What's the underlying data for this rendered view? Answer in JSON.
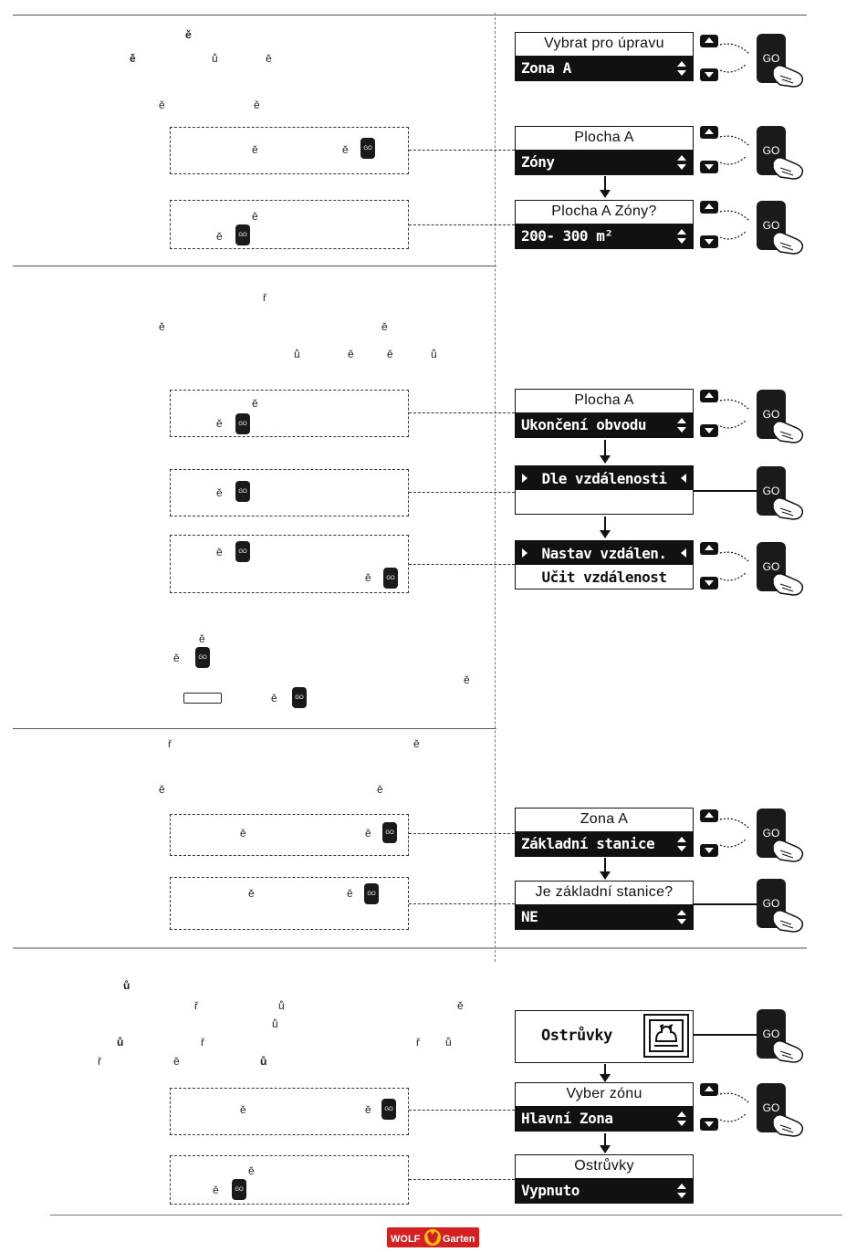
{
  "glyphs": [
    {
      "id": "g1",
      "text": "ě",
      "bold": true
    },
    {
      "id": "g2",
      "text": "ě",
      "bold": true
    },
    {
      "id": "g3",
      "text": "ů"
    },
    {
      "id": "g4",
      "text": "ě"
    },
    {
      "id": "g5",
      "text": "ě"
    },
    {
      "id": "g6",
      "text": "ě"
    },
    {
      "id": "g7",
      "text": "ě"
    },
    {
      "id": "g8",
      "text": "ě"
    },
    {
      "id": "g9",
      "text": "ě"
    },
    {
      "id": "g10",
      "text": "ě"
    },
    {
      "id": "g11",
      "text": "ř"
    },
    {
      "id": "g12",
      "text": "ě"
    },
    {
      "id": "g13",
      "text": "ě"
    },
    {
      "id": "g14",
      "text": "ů"
    },
    {
      "id": "g15",
      "text": "ě"
    },
    {
      "id": "g16",
      "text": "ě"
    },
    {
      "id": "g17",
      "text": "ů"
    },
    {
      "id": "g18",
      "text": "ě"
    },
    {
      "id": "g19",
      "text": "ě"
    },
    {
      "id": "g20",
      "text": "ě"
    },
    {
      "id": "g21",
      "text": "ě"
    },
    {
      "id": "g22",
      "text": "ě"
    },
    {
      "id": "g23",
      "text": "ě"
    },
    {
      "id": "g24",
      "text": "ě"
    },
    {
      "id": "g25",
      "text": "ě"
    },
    {
      "id": "g26",
      "text": "ě"
    },
    {
      "id": "g27",
      "text": "ř"
    },
    {
      "id": "g28",
      "text": "ě"
    },
    {
      "id": "g29",
      "text": "ě"
    },
    {
      "id": "g30",
      "text": "ě"
    },
    {
      "id": "g31",
      "text": "ě"
    },
    {
      "id": "g32",
      "text": "ě"
    },
    {
      "id": "g33",
      "text": "ě"
    },
    {
      "id": "g34",
      "text": "ě"
    },
    {
      "id": "g35",
      "text": "ů",
      "bold": true
    },
    {
      "id": "g36",
      "text": "ř"
    },
    {
      "id": "g37",
      "text": "ů"
    },
    {
      "id": "g38",
      "text": "ě"
    },
    {
      "id": "g39",
      "text": "ů"
    },
    {
      "id": "g40",
      "text": "ů",
      "bold": true
    },
    {
      "id": "g41",
      "text": "ř"
    },
    {
      "id": "g42",
      "text": "ř"
    },
    {
      "id": "g43",
      "text": "ů"
    },
    {
      "id": "g44",
      "text": "ř"
    },
    {
      "id": "g45",
      "text": "ě"
    },
    {
      "id": "g46",
      "text": "ů",
      "bold": true
    },
    {
      "id": "g47",
      "text": "ě"
    },
    {
      "id": "g48",
      "text": "ě"
    },
    {
      "id": "g49",
      "text": "ě"
    },
    {
      "id": "g50",
      "text": "ě"
    }
  ],
  "go_label": "GO",
  "screens": {
    "s1": {
      "top": "Vybrat pro úpravu",
      "bottom": "Zona A"
    },
    "s2": {
      "top": "Plocha A",
      "bottom": "Zóny"
    },
    "s3": {
      "top": "Plocha A Zóny?",
      "bottom": "200- 300 m²"
    },
    "s4": {
      "top": "Plocha A",
      "bottom": "Ukončení obvodu"
    },
    "s5": {
      "row1": "Dle vzdálenosti"
    },
    "s6": {
      "row1": "Nastav vzdálen.",
      "row2": "Učit vzdálenost"
    },
    "s7": {
      "top": "Zona A",
      "bottom": "Základní stanice"
    },
    "s8": {
      "top": "Je základní stanice?",
      "bottom": "NE"
    },
    "s9": {
      "label": "Ostrůvky"
    },
    "s10": {
      "top": "Vyber zónu",
      "bottom": "Hlavní Zona"
    },
    "s11": {
      "top": "Ostrůvky",
      "bottom": "Vypnuto"
    }
  },
  "logo": {
    "left": "WOLF",
    "right": "Garten",
    "bg": "#d42020",
    "accent": "#f4c20d"
  }
}
